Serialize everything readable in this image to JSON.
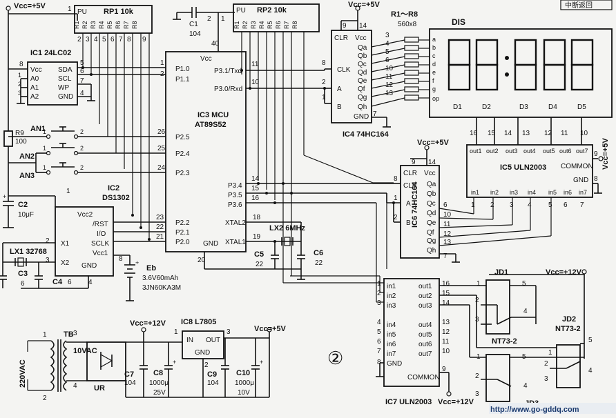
{
  "diagram": {
    "power_labels": {
      "vcc5_top_left": "Vcc=+5V",
      "vcc5_ic4": "Vcc=+5V",
      "vcc5_ic6": "Vcc=+5V",
      "vcc5_ic5": "Vcc=+5V",
      "vcc12_relay": "Vcc=+12V",
      "vcc12_psu": "Vcc=+12V",
      "vcc5_psu": "Vcc=+5V",
      "vcc12_ic7": "Vcc=+12V"
    },
    "badge": "中断返回",
    "rp1": {
      "name": "RP1 10k",
      "pu": "PU",
      "pins": [
        "R1",
        "R2",
        "R3",
        "R4",
        "R5",
        "R6",
        "R7",
        "R8"
      ],
      "nums": [
        "1",
        "2",
        "3",
        "4",
        "5",
        "6",
        "7",
        "8",
        "9"
      ]
    },
    "rp2": {
      "name": "RP2 10k",
      "pu": "PU",
      "pins": [
        "R1",
        "R2",
        "R3",
        "R4",
        "R5",
        "R6",
        "R7",
        "R8"
      ]
    },
    "c1": {
      "name": "C1",
      "value": "104"
    },
    "ic1": {
      "name": "IC1 24LC02",
      "pins": [
        "Vcc",
        "A0",
        "A1",
        "A2",
        "SDA",
        "SCL",
        "WP",
        "GND"
      ],
      "nums": [
        "8",
        "1",
        "2",
        "3",
        "5",
        "6",
        "7",
        "4"
      ]
    },
    "r9": {
      "name": "R9",
      "value": "100"
    },
    "buttons": [
      "AN1",
      "AN2",
      "AN3"
    ],
    "c2": {
      "name": "C2",
      "value": "10μF"
    },
    "ic3": {
      "title1": "IC3 MCU",
      "title2": "AT89S52",
      "left_pins": [
        "P1.0",
        "P1.1",
        "P2.5",
        "P2.4",
        "P2.3",
        "P2.2",
        "P2.1",
        "P2.0"
      ],
      "left_nums": [
        "1",
        "2",
        "26",
        "25",
        "24",
        "23",
        "22",
        "21"
      ],
      "right_pins": [
        "P3.1/Txd",
        "P3.0/Rxd",
        "P3.4",
        "P3.5",
        "P3.6",
        "XTAL2",
        "XTAL1"
      ],
      "right_nums": [
        "11",
        "10",
        "14",
        "15",
        "16",
        "18",
        "19"
      ],
      "vcc": "Vcc",
      "vcc_num": "40",
      "gnd": "GND",
      "gnd_num": "20"
    },
    "ic2": {
      "name1": "IC2",
      "name2": "DS1302",
      "pins": [
        "Vcc2",
        "/RST",
        "I/O",
        "SCLK",
        "Vcc1",
        "X1",
        "X2",
        "GND"
      ]
    },
    "lx1": {
      "name": "LX1 32768"
    },
    "c3": {
      "name": "C3",
      "value": "6"
    },
    "c4": {
      "name": "C4",
      "value": "6"
    },
    "eb": {
      "name": "Eb",
      "spec1": "3.6V60mAh",
      "spec2": "3JN60KA3M"
    },
    "lx2": {
      "name": "LX2 6MHz"
    },
    "c5": {
      "name": "C5",
      "value": "22"
    },
    "c6": {
      "name": "C6",
      "value": "22"
    },
    "ic4": {
      "name": "IC4 74HC164",
      "pins": [
        "CLR",
        "Vcc",
        "CLK",
        "A",
        "B",
        "Qa",
        "Qb",
        "Qc",
        "Qd",
        "Qe",
        "Qf",
        "Qg",
        "Qh",
        "GND"
      ]
    },
    "r_array": {
      "name": "R1～R8",
      "value": "560x8"
    },
    "dis": {
      "name": "DIS",
      "segs": [
        "a",
        "b",
        "c",
        "d",
        "e",
        "f",
        "g",
        "op"
      ],
      "digits": [
        "D1",
        "D2",
        "D3",
        "D4",
        "D5"
      ]
    },
    "ic5": {
      "name": "IC5 ULN2003",
      "outs": [
        "out1",
        "out2",
        "out3",
        "out4",
        "out5",
        "out6",
        "out7"
      ],
      "ins": [
        "in1",
        "in2",
        "in3",
        "in4",
        "in5",
        "in6",
        "in7"
      ],
      "common": "COMMON",
      "gnd": "GND"
    },
    "ic6": {
      "name": "IC6 74HC164"
    },
    "ic7": {
      "name": "IC7 ULN2003",
      "common": "COMMON",
      "gnd": "GND"
    },
    "relays": {
      "jd1": "JD1",
      "jd2": "JD2",
      "jd3": "JD3",
      "model": "NT73-2"
    },
    "psu": {
      "tb": "TB",
      "ac": "220VAC",
      "ac2": "10VAC",
      "ur": "UR",
      "ic8": "IC8 L7805",
      "in": "IN",
      "out": "OUT",
      "gnd": "GND",
      "c7": "C7",
      "c7v": "104",
      "c8": "C8",
      "c8v": "1000μ",
      "c8v2": "25V",
      "c9": "C9",
      "c9v": "104",
      "c10": "C10",
      "c10v": "1000μ",
      "c10v2": "10V"
    },
    "circle_number": "②",
    "watermark": "http://www.go-gddq.com"
  }
}
